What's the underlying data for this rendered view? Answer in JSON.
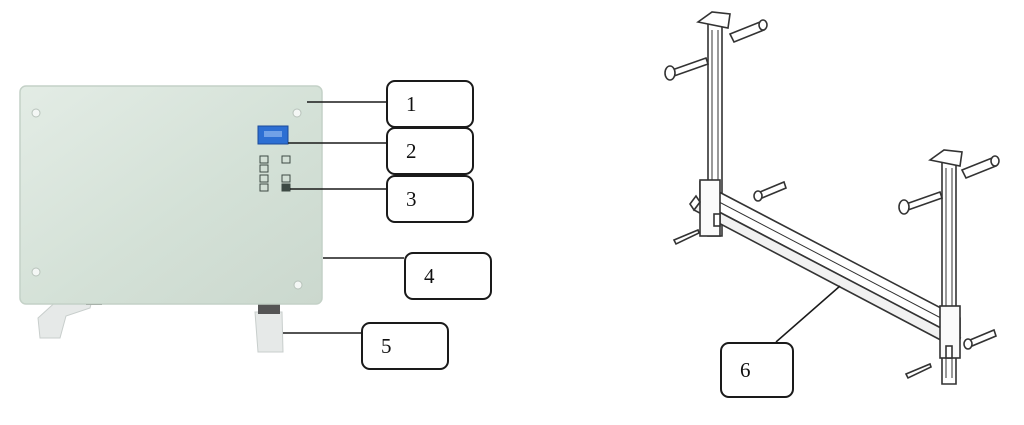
{
  "callouts": [
    {
      "id": "1",
      "label": "1"
    },
    {
      "id": "2",
      "label": "2"
    },
    {
      "id": "3",
      "label": "3"
    },
    {
      "id": "4",
      "label": "4"
    },
    {
      "id": "5",
      "label": "5"
    },
    {
      "id": "6",
      "label": "6"
    }
  ],
  "colors": {
    "panel": "#d8e4db",
    "panel_edge": "#c3d0c6",
    "display": "#2d6fd3",
    "feet": "#e4e7e6",
    "line": "#1a1a1a",
    "bracket": "#3a3a3a"
  },
  "icons": [
    "heater-panel-illustration",
    "wall-bracket-illustration"
  ]
}
